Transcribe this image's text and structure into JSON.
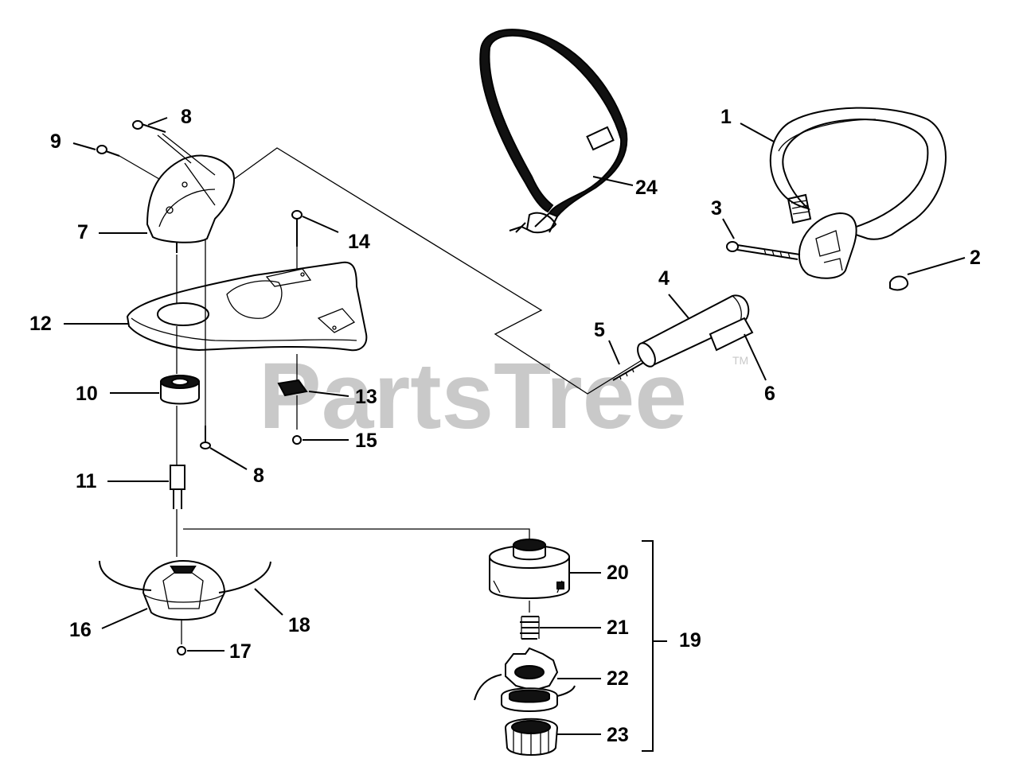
{
  "diagram": {
    "watermark": "PartsTree",
    "watermark_tm": "TM",
    "callouts": {
      "p1": "1",
      "p2": "2",
      "p3": "3",
      "p4": "4",
      "p5": "5",
      "p6": "6",
      "p7": "7",
      "p8a": "8",
      "p8b": "8",
      "p9": "9",
      "p10": "10",
      "p11": "11",
      "p12": "12",
      "p13": "13",
      "p14": "14",
      "p15": "15",
      "p16": "16",
      "p17": "17",
      "p18": "18",
      "p19": "19",
      "p20": "20",
      "p21": "21",
      "p22": "22",
      "p23": "23",
      "p24": "24"
    }
  }
}
